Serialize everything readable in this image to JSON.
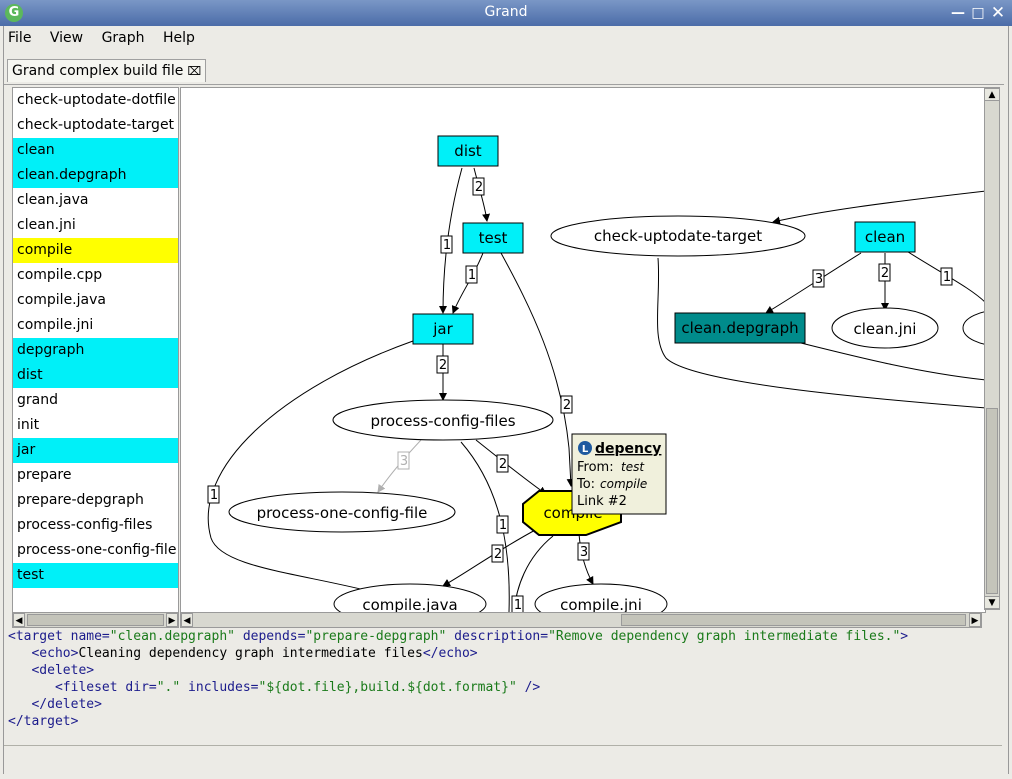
{
  "window": {
    "title": "Grand",
    "app_icon_letter": "G"
  },
  "menu": [
    "File",
    "View",
    "Graph",
    "Help"
  ],
  "tab": {
    "label": "Grand complex build file"
  },
  "targets": [
    {
      "name": "check-uptodate-dotfile",
      "highlight": ""
    },
    {
      "name": "check-uptodate-target",
      "highlight": ""
    },
    {
      "name": "clean",
      "highlight": "#00f0f8"
    },
    {
      "name": "clean.depgraph",
      "highlight": "#00f0f8"
    },
    {
      "name": "clean.java",
      "highlight": ""
    },
    {
      "name": "clean.jni",
      "highlight": ""
    },
    {
      "name": "compile",
      "highlight": "#ffff00"
    },
    {
      "name": "compile.cpp",
      "highlight": ""
    },
    {
      "name": "compile.java",
      "highlight": ""
    },
    {
      "name": "compile.jni",
      "highlight": ""
    },
    {
      "name": "depgraph",
      "highlight": "#00f0f8"
    },
    {
      "name": "dist",
      "highlight": "#00f0f8"
    },
    {
      "name": "grand",
      "highlight": ""
    },
    {
      "name": "init",
      "highlight": ""
    },
    {
      "name": "jar",
      "highlight": "#00f0f8"
    },
    {
      "name": "prepare",
      "highlight": ""
    },
    {
      "name": "prepare-depgraph",
      "highlight": ""
    },
    {
      "name": "process-config-files",
      "highlight": ""
    },
    {
      "name": "process-one-config-file",
      "highlight": ""
    },
    {
      "name": "test",
      "highlight": "#00f0f8"
    }
  ],
  "graph": {
    "nodes": {
      "dist": "dist",
      "test": "test",
      "jar": "jar",
      "check_uptodate_target": "check-uptodate-target",
      "clean": "clean",
      "clean_depgraph": "clean.depgraph",
      "clean_jni": "clean.jni",
      "process_config_files": "process-config-files",
      "process_one_config_file": "process-one-config-file",
      "compile": "compile",
      "compile_java": "compile.java",
      "compile_jni": "compile.jni"
    },
    "edge_labels": {
      "dist_jar": "1",
      "dist_test": "2",
      "test_jar": "1",
      "test_compile": "2",
      "jar_pcf": "2",
      "jar_java": "1",
      "pcf_pocf": "3",
      "pcf_compile": "2",
      "pcf_down": "1",
      "compile_java": "2",
      "compile_jni": "3",
      "compile_down": "1",
      "clean_depgraph": "3",
      "clean_jni": "2",
      "clean_right": "1"
    },
    "colors": {
      "cyan": "#00f0f8",
      "teal": "#008b8b",
      "yellow": "#ffff00",
      "tooltip_bg": "#f0f0dc"
    },
    "tooltip": {
      "icon": "L",
      "title": "depency",
      "from_label": "From:",
      "from_value": "test",
      "to_label": "To:",
      "to_value": "compile",
      "link": "Link #2"
    }
  },
  "source": {
    "line1": {
      "open": "<target ",
      "a1": "name=",
      "v1": "\"clean.depgraph\"",
      "a2": " depends=",
      "v2": "\"prepare-depgraph\"",
      "a3": " description=",
      "v3": "\"Remove dependency graph intermediate files.\"",
      "close": ">"
    },
    "line2": {
      "indent": "   ",
      "open": "<echo>",
      "text": "Cleaning dependency graph intermediate files",
      "close": "</echo>"
    },
    "line3": {
      "indent": "   ",
      "open": "<delete>"
    },
    "line4": {
      "indent": "      ",
      "open": "<fileset ",
      "a1": "dir=",
      "v1": "\".\"",
      "a2": " includes=",
      "v2": "\"${dot.file},build.${dot.format}\"",
      "close": " />"
    },
    "line5": {
      "indent": "   ",
      "close": "</delete>"
    },
    "line6": {
      "close": "</target>"
    }
  }
}
